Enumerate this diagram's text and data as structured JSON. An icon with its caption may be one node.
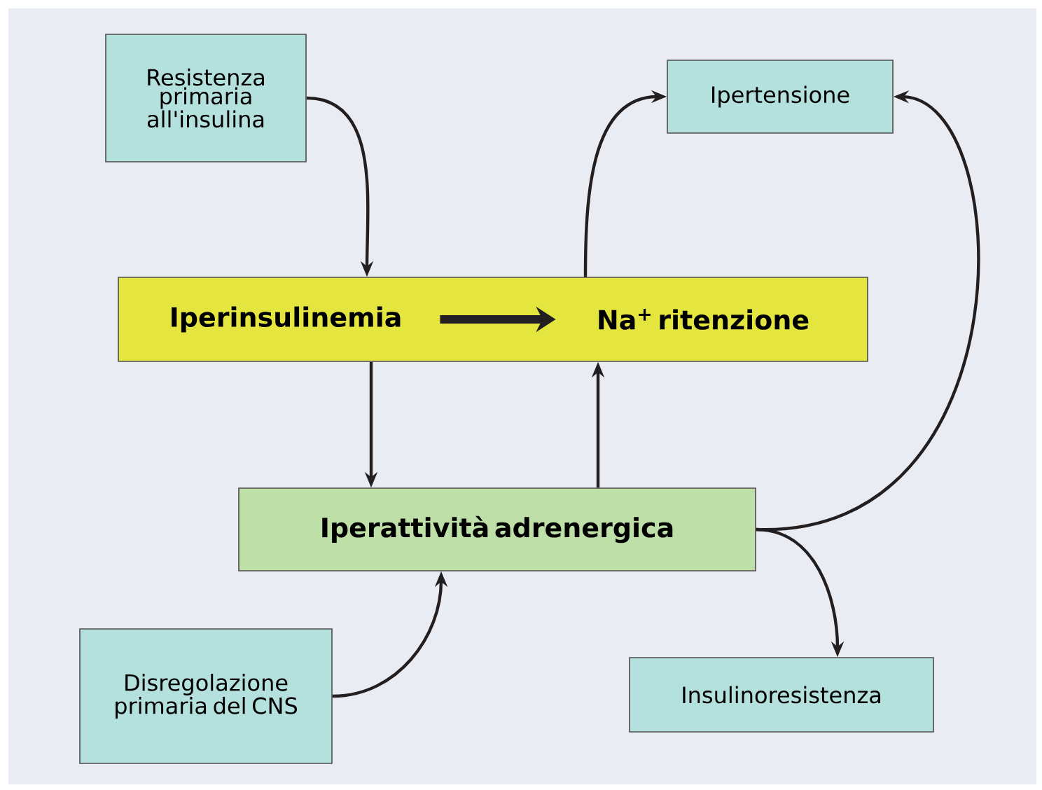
{
  "diagram": {
    "nodes": [
      {
        "text": [
          "Resistenza primaria all'insulina"
        ]
      },
      {
        "text": [
          "Ipertensione"
        ]
      },
      {
        "text": [],
        "shape": "box"
      },
      {
        "text": [
          "Iperinsulinemia"
        ],
        "in": 2
      },
      {
        "text": [
          "Na$^{+}$ ritenzione"
        ],
        "in": 2
      },
      {
        "text": [
          "Iperattività adrenergica"
        ]
      },
      {
        "text": [
          "Disregolazione primaria del CNS"
        ]
      },
      {
        "text": [
          "Insulinoresistenza"
        ]
      }
    ],
    "edges": [
      {
        "from": 0,
        "to": 2,
        "arrow": "to"
      },
      {
        "from": 3,
        "to": 4,
        "arrow": "to",
        "style": "thick"
      },
      {
        "from": 2,
        "to": 5,
        "arrow": "to"
      },
      {
        "from": 5,
        "to": 2,
        "arrow": "to"
      },
      {
        "from": 2,
        "to": 1,
        "arrow": "to"
      },
      {
        "from": 5,
        "to": 1,
        "arrow": "to"
      },
      {
        "from": 5,
        "to": 7,
        "arrow": "to"
      },
      {
        "from": 6,
        "to": 5,
        "arrow": "to"
      }
    ]
  }
}
